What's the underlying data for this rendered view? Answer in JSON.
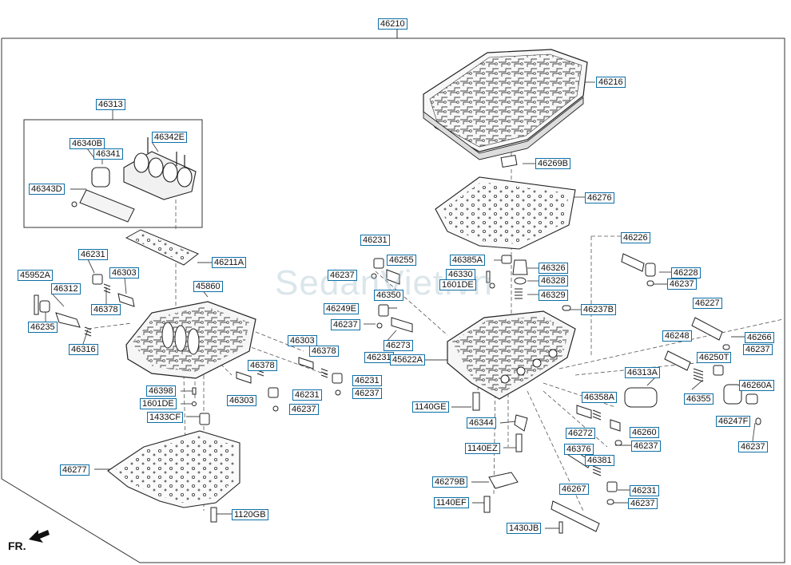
{
  "diagram": {
    "assembly_label": "46210",
    "direction_label": "FR.",
    "watermark": "SedanViet.vn",
    "parts": [
      {
        "id": "46210"
      },
      {
        "id": "46216"
      },
      {
        "id": "46269B"
      },
      {
        "id": "46276"
      },
      {
        "id": "46313"
      },
      {
        "id": "46340B"
      },
      {
        "id": "46342E"
      },
      {
        "id": "46341"
      },
      {
        "id": "46343D"
      },
      {
        "id": "46211A"
      },
      {
        "id": "46231"
      },
      {
        "id": "45952A"
      },
      {
        "id": "46312"
      },
      {
        "id": "46303"
      },
      {
        "id": "46378"
      },
      {
        "id": "46235"
      },
      {
        "id": "46316"
      },
      {
        "id": "45860"
      },
      {
        "id": "46398"
      },
      {
        "id": "1601DE"
      },
      {
        "id": "1433CF"
      },
      {
        "id": "46277"
      },
      {
        "id": "1120GB"
      },
      {
        "id": "46303"
      },
      {
        "id": "46378"
      },
      {
        "id": "46231"
      },
      {
        "id": "46237"
      },
      {
        "id": "46378"
      },
      {
        "id": "46303"
      },
      {
        "id": "46231"
      },
      {
        "id": "46237"
      },
      {
        "id": "46231"
      },
      {
        "id": "46255"
      },
      {
        "id": "46237"
      },
      {
        "id": "46350"
      },
      {
        "id": "46249E"
      },
      {
        "id": "46237"
      },
      {
        "id": "46231"
      },
      {
        "id": "46273"
      },
      {
        "id": "46385A"
      },
      {
        "id": "46330"
      },
      {
        "id": "1601DE"
      },
      {
        "id": "46326"
      },
      {
        "id": "46328"
      },
      {
        "id": "46329"
      },
      {
        "id": "45622A"
      },
      {
        "id": "46237B"
      },
      {
        "id": "1140GE"
      },
      {
        "id": "46344"
      },
      {
        "id": "1140EZ"
      },
      {
        "id": "46279B"
      },
      {
        "id": "1140EF"
      },
      {
        "id": "1430JB"
      },
      {
        "id": "46226"
      },
      {
        "id": "46228"
      },
      {
        "id": "46237"
      },
      {
        "id": "46227"
      },
      {
        "id": "46248"
      },
      {
        "id": "46266"
      },
      {
        "id": "46237"
      },
      {
        "id": "46250T"
      },
      {
        "id": "46313A"
      },
      {
        "id": "46355"
      },
      {
        "id": "46260A"
      },
      {
        "id": "46247F"
      },
      {
        "id": "46237"
      },
      {
        "id": "46358A"
      },
      {
        "id": "46272"
      },
      {
        "id": "46260"
      },
      {
        "id": "46237"
      },
      {
        "id": "46376"
      },
      {
        "id": "46381"
      },
      {
        "id": "46231"
      },
      {
        "id": "46267"
      },
      {
        "id": "46237"
      }
    ]
  }
}
